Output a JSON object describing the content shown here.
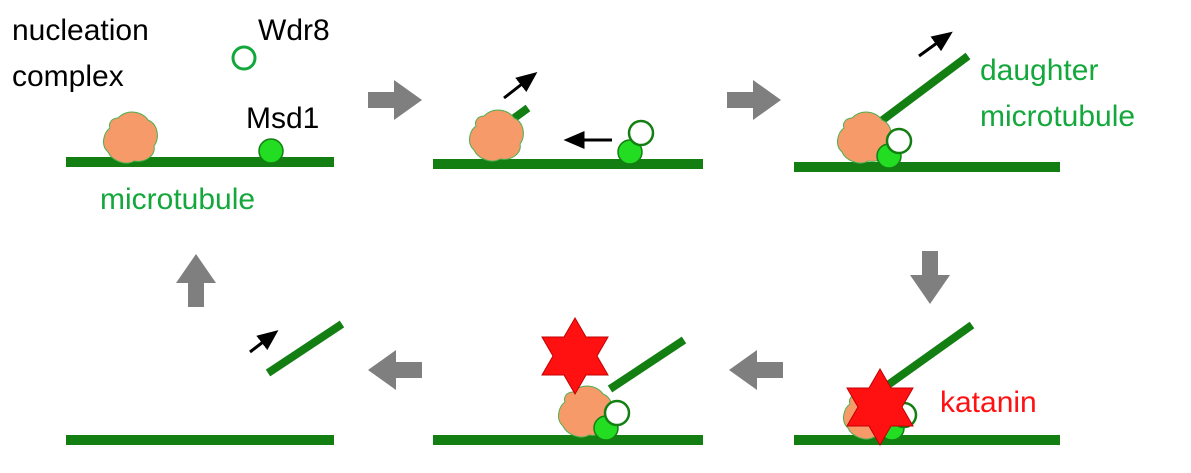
{
  "labels": {
    "nucleation_complex_line1": "nucleation",
    "nucleation_complex_line2": "complex",
    "wdr8": "Wdr8",
    "msd1": "Msd1",
    "microtubule": "microtubule",
    "daughter_line1": "daughter",
    "daughter_line2": "microtubule",
    "katanin": "katanin"
  },
  "colors": {
    "microtubule": "#137f13",
    "label_green": "#14a83c",
    "msd1_fill": "#22dd22",
    "wdr8_fill": "#ffffff",
    "complex_fill": "#f79a6a",
    "katanin_red": "#ff1111",
    "flow_arrow": "#7f7f7f",
    "motion_arrow": "#000000",
    "text_black": "#000000"
  },
  "icons": {
    "nucleation_complex": "irregular-blob",
    "msd1": "filled-circle",
    "wdr8": "open-circle",
    "katanin": "six-point-star",
    "flow": "gray-block-arrow",
    "motion": "black-thin-arrow"
  }
}
